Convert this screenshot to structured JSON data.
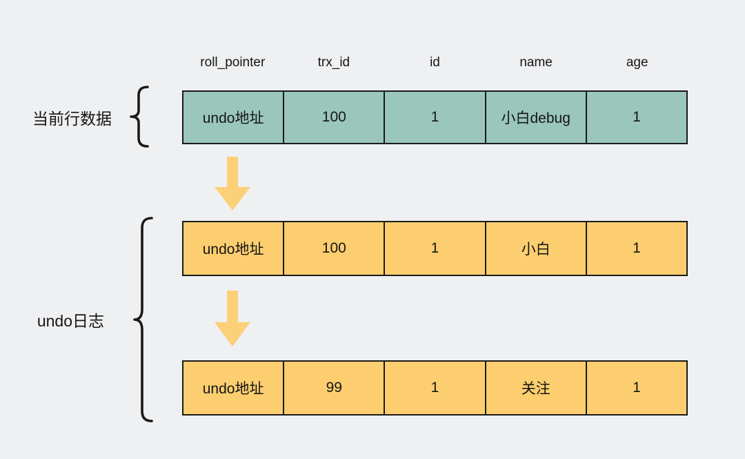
{
  "colors": {
    "bg": "#eff0f2",
    "teal": "#9ac6bb",
    "yellow": "#fcce6f",
    "arrow": "#fbd078",
    "border": "#1a1a1a",
    "text": "#151515"
  },
  "header": {
    "columns": [
      "roll_pointer",
      "trx_id",
      "id",
      "name",
      "age"
    ]
  },
  "labels": {
    "current_row": "当前行数据",
    "undo_log": "undo日志"
  },
  "rows": {
    "current": {
      "cells": [
        "undo地址",
        "100",
        "1",
        "小白debug",
        "1"
      ]
    },
    "undo1": {
      "cells": [
        "undo地址",
        "100",
        "1",
        "小白",
        "1"
      ]
    },
    "undo2": {
      "cells": [
        "undo地址",
        "99",
        "1",
        "关注",
        "1"
      ]
    }
  },
  "icons": {
    "down_arrow": "↓",
    "curly_brace": "{"
  }
}
